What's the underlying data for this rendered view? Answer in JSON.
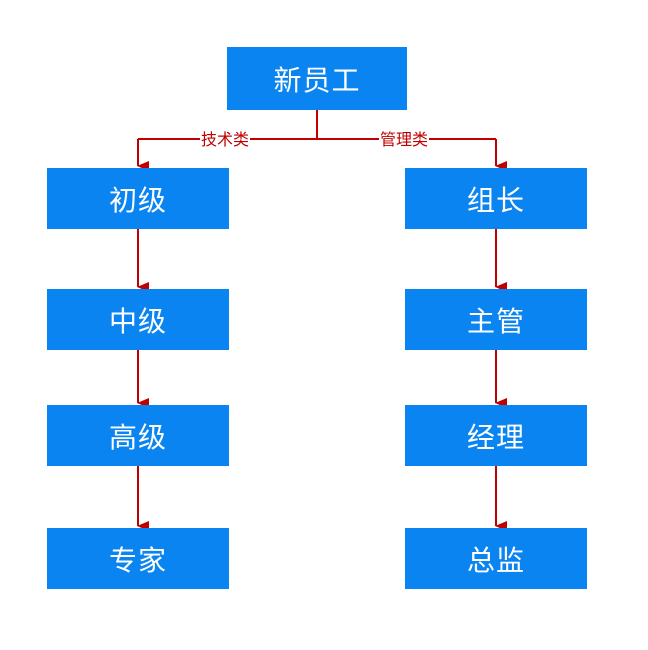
{
  "diagram": {
    "root": {
      "label": "新员工"
    },
    "branches": [
      {
        "edge_label": "技术类",
        "nodes": [
          "初级",
          "中级",
          "高级",
          "专家"
        ]
      },
      {
        "edge_label": "管理类",
        "nodes": [
          "组长",
          "主管",
          "经理",
          "总监"
        ]
      }
    ],
    "colors": {
      "node_fill": "#0a84f0",
      "node_text": "#ffffff",
      "connector": "#c00000",
      "edge_label_text": "#c00000"
    }
  }
}
